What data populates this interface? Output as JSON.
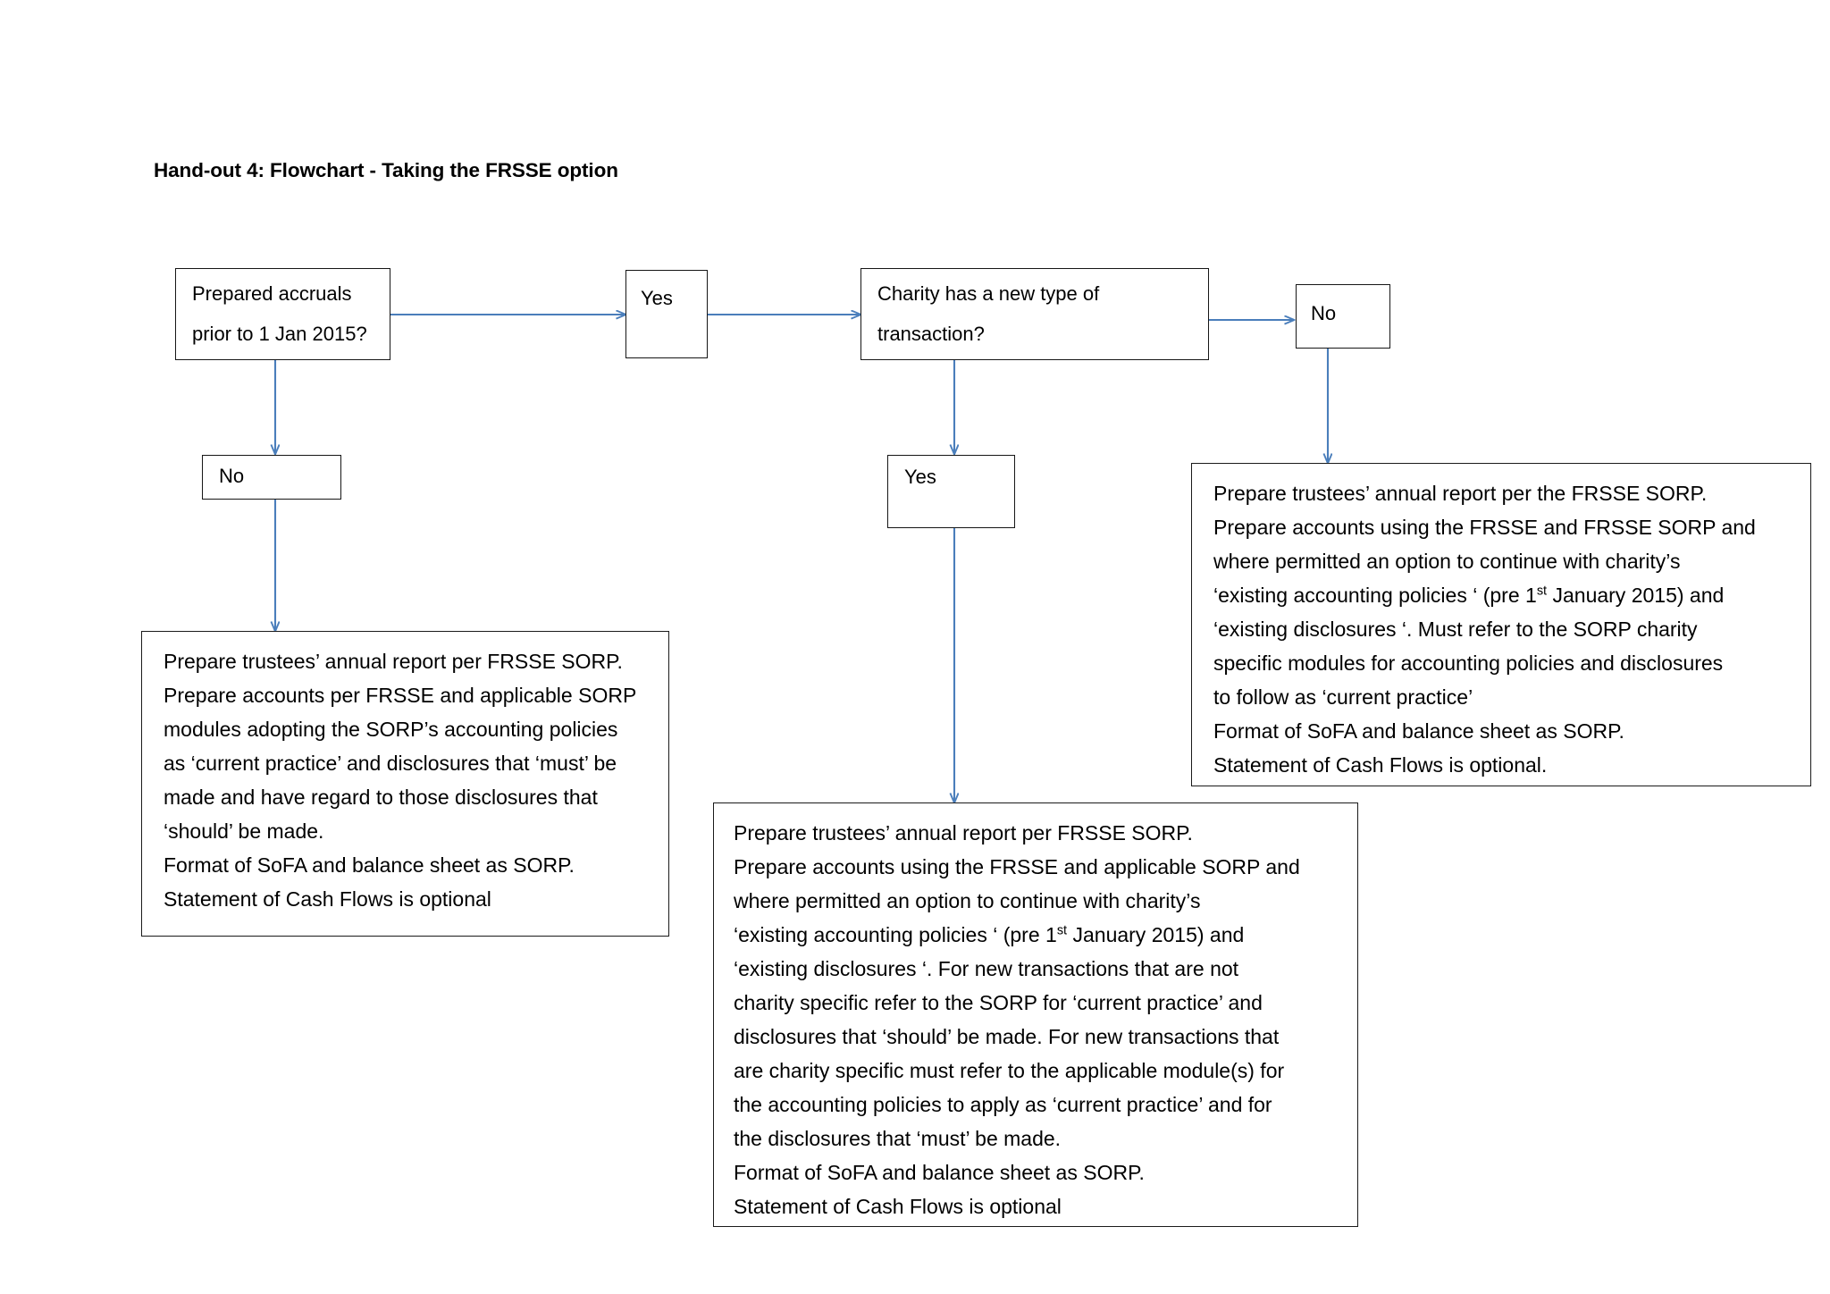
{
  "document": {
    "title": "Hand-out 4: Flowchart - Taking the FRSSE option"
  },
  "theme": {
    "connector_color": "#4a7ebb",
    "box_border_color": "#161616",
    "background": "#ffffff",
    "text_color": "#000000"
  },
  "flowchart": {
    "type": "flowchart",
    "nodes": {
      "start_question": {
        "id": "start-question",
        "kind": "decision",
        "line1": "Prepared accruals",
        "line2": "prior to 1 Jan 2015?"
      },
      "yes_top": {
        "id": "yes-top",
        "kind": "label",
        "label": "Yes"
      },
      "new_transaction_question": {
        "id": "new-transaction-question",
        "kind": "decision",
        "line1": "Charity has a new type of",
        "line2": "transaction?"
      },
      "no_top_right": {
        "id": "no-top-right",
        "kind": "label",
        "label": "No"
      },
      "no_left": {
        "id": "no-left",
        "kind": "label",
        "label": "No"
      },
      "yes_middle": {
        "id": "yes-middle",
        "kind": "label",
        "label": "Yes"
      },
      "outcome_left": {
        "id": "outcome-left",
        "kind": "outcome",
        "lines": [
          "Prepare trustees’ annual report per FRSSE SORP.",
          "Prepare accounts per FRSSE and applicable SORP",
          "modules adopting the SORP’s accounting policies",
          "as ‘current practice’ and disclosures that ‘must’ be",
          "made and have regard to those disclosures that",
          "‘should’ be made.",
          "Format of SoFA and balance sheet as SORP.",
          "Statement of Cash Flows is optional"
        ]
      },
      "outcome_right": {
        "id": "outcome-right",
        "kind": "outcome",
        "lines": [
          "Prepare trustees’ annual report per the FRSSE SORP.",
          "Prepare accounts using the FRSSE and FRSSE SORP and",
          "where permitted an option to continue with charity’s",
          "‘existing accounting policies ‘ (pre 1|st| January 2015) and",
          "‘existing disclosures ‘. Must refer to the SORP charity",
          "specific modules for accounting policies and disclosures",
          "to follow as ‘current practice’",
          "Format of SoFA and balance sheet as SORP.",
          "Statement of Cash Flows is optional."
        ]
      },
      "outcome_center": {
        "id": "outcome-center",
        "kind": "outcome",
        "lines": [
          "Prepare trustees’ annual report per FRSSE SORP.",
          "Prepare accounts using the FRSSE and applicable SORP and",
          "where permitted an option to continue with charity’s",
          "‘existing accounting policies ‘ (pre 1|st| January 2015) and",
          "‘existing disclosures ‘. For new transactions that are not",
          "charity specific refer to the SORP for ‘current practice’ and",
          "disclosures that ‘should’ be made. For new transactions that",
          "are charity specific must refer to the applicable module(s) for",
          "the accounting policies to apply as ‘current practice’ and for",
          "the disclosures that ‘must’ be made.",
          "Format of SoFA and balance sheet as SORP.",
          "Statement of Cash Flows is optional"
        ]
      }
    },
    "edges": [
      {
        "from": "start-question",
        "to": "yes-top",
        "direction": "right"
      },
      {
        "from": "yes-top",
        "to": "new-transaction-question",
        "direction": "right"
      },
      {
        "from": "new-transaction-question",
        "to": "no-top-right",
        "direction": "right"
      },
      {
        "from": "start-question",
        "to": "no-left",
        "direction": "down"
      },
      {
        "from": "no-left",
        "to": "outcome-left",
        "direction": "down"
      },
      {
        "from": "new-transaction-question",
        "to": "yes-middle",
        "direction": "down"
      },
      {
        "from": "yes-middle",
        "to": "outcome-center",
        "direction": "down"
      },
      {
        "from": "no-top-right",
        "to": "outcome-right",
        "direction": "down"
      }
    ]
  }
}
